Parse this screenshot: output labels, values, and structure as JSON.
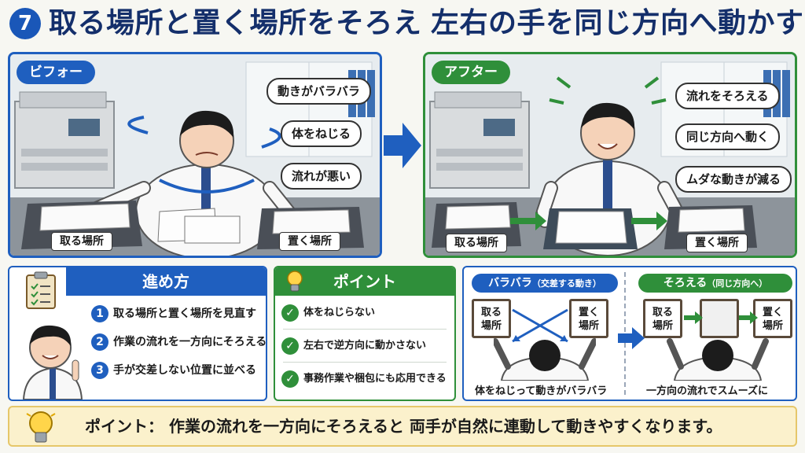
{
  "title": {
    "step_number": "7",
    "part1": "取る場所と置く場所をそろえ",
    "part2": "左右の手を同じ方向へ動かす"
  },
  "before": {
    "label": "ビフォー",
    "bubbles": [
      "動きがバラバラ",
      "体をねじる",
      "流れが悪い"
    ],
    "tray_pick": "取る場所",
    "tray_place": "置く場所"
  },
  "after": {
    "label": "アフター",
    "bubbles": [
      "流れをそろえる",
      "同じ方向へ動く",
      "ムダな動きが減る"
    ],
    "tray_pick": "取る場所",
    "tray_place": "置く場所"
  },
  "steps": {
    "title": "進め方",
    "items": [
      {
        "num": "1",
        "text": "取る場所と置く場所を見直す"
      },
      {
        "num": "2",
        "text": "作業の流れを一方向にそろえる"
      },
      {
        "num": "3",
        "text": "手が交差しない位置に並べる"
      }
    ]
  },
  "points": {
    "title": "ポイント",
    "items": [
      "体をねじらない",
      "左右で逆方向に動かさない",
      "事務作業や梱包にも応用できる"
    ]
  },
  "compare": {
    "left_title": "バラバラ",
    "left_sub": "（交差する動き）",
    "left_card_a": "取る場所",
    "left_card_b": "置く場所",
    "left_caption": "体をねじって動きがバラバラ",
    "right_title": "そろえる",
    "right_sub": "（同じ方向へ）",
    "right_card_a": "取る場所",
    "right_card_b": "置く場所",
    "right_caption": "一方向の流れでスムーズに"
  },
  "banner": {
    "text": "ポイント： 作業の流れを一方向にそろえると 両手が自然に連動して動きやすくなります。"
  },
  "colors": {
    "blue": "#1f5fbf",
    "green": "#2f8f3a",
    "navy": "#142f6b",
    "banner_bg": "#fbf1cc"
  },
  "icons": [
    "clipboard-icon",
    "lightbulb-icon",
    "check-icon",
    "arrow-right-icon"
  ]
}
